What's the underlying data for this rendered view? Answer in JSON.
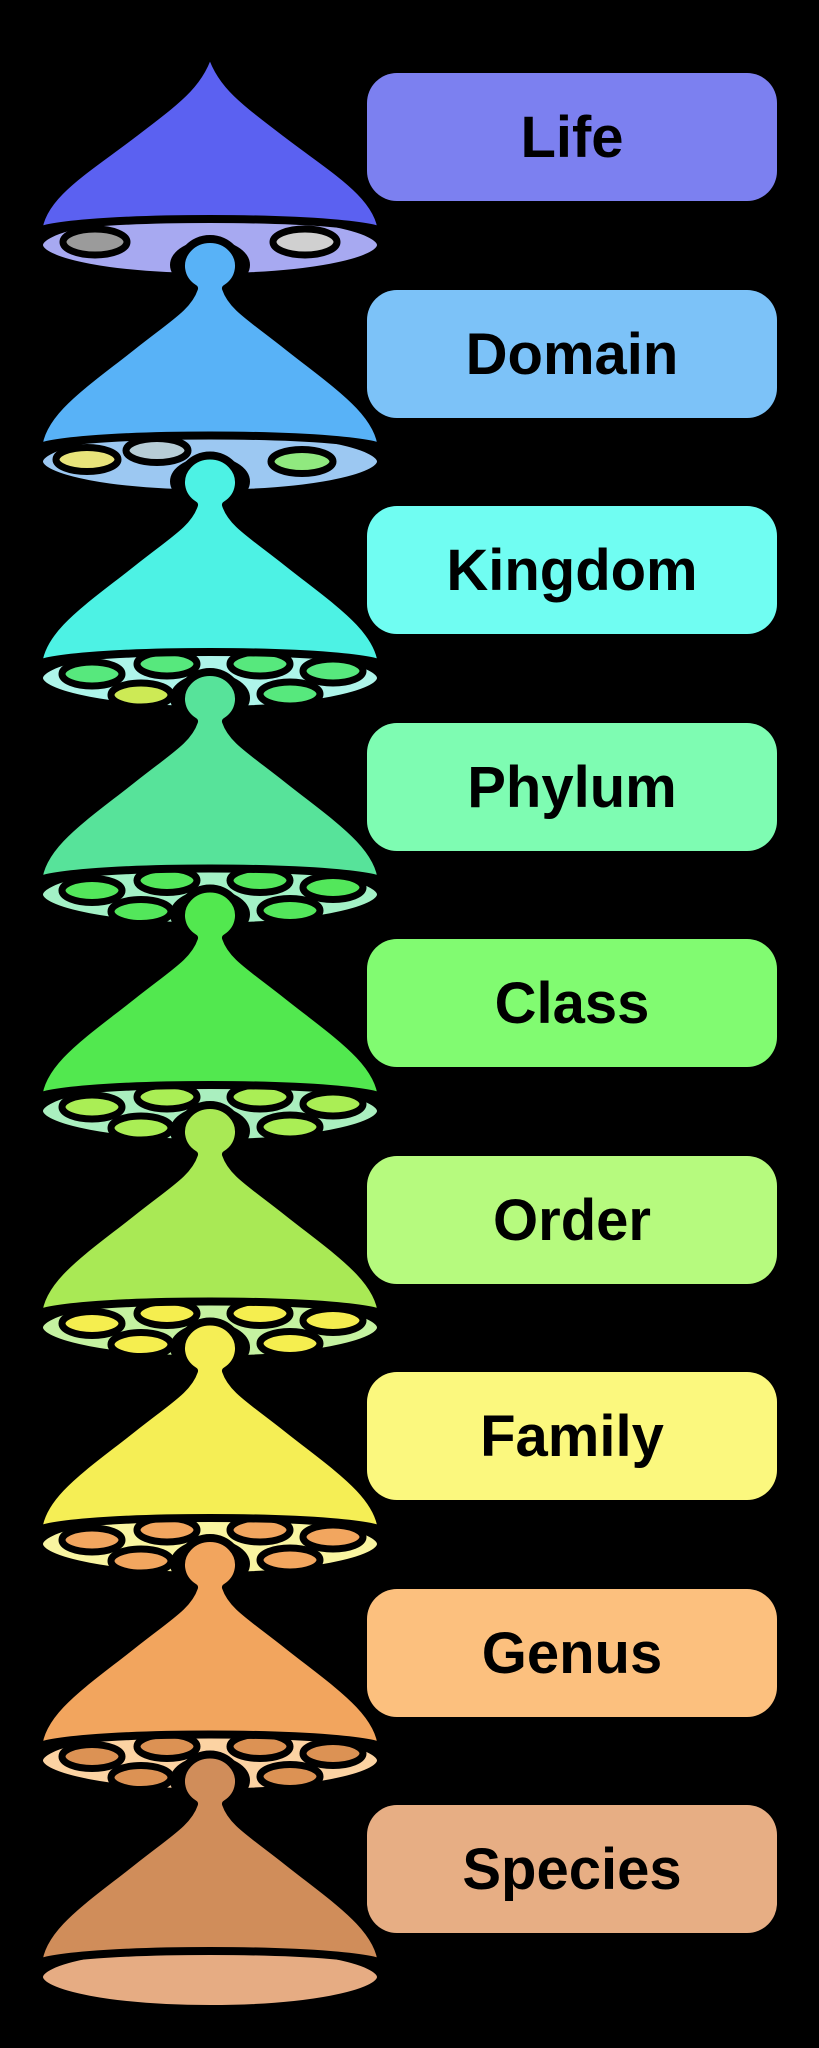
{
  "diagram": {
    "background": "#000000",
    "outline_color": "#000000",
    "label_text_color": "#000000",
    "levels": [
      {
        "label": "Life",
        "dome_color": "#5b61f1",
        "base_color": "#a7a9f1",
        "label_bg": "#7c80f0",
        "children_colors": [
          "#9b9b9b",
          "#d0d0d0"
        ]
      },
      {
        "label": "Domain",
        "dome_color": "#58b2f7",
        "base_color": "#9cc8f2",
        "label_bg": "#7cc2f8",
        "children_colors": [
          "#e9e47b",
          "#b7cdd6",
          "#90e97f"
        ]
      },
      {
        "label": "Kingdom",
        "dome_color": "#4df2e4",
        "base_color": "#aef5ea",
        "label_bg": "#70fdf2",
        "children_colors": [
          "#57e87d",
          "#57e87d",
          "#57e87d",
          "#57e87d",
          "#cdea55",
          "#57e87d"
        ]
      },
      {
        "label": "Phylum",
        "dome_color": "#57e39a",
        "base_color": "#a3f1c6",
        "label_bg": "#7efcb2",
        "children_colors": [
          "#53e75b",
          "#53e75b",
          "#53e75b",
          "#53e75b",
          "#53e75b",
          "#53e75b"
        ]
      },
      {
        "label": "Class",
        "dome_color": "#52e84f",
        "base_color": "#aaefbf",
        "label_bg": "#81fb71",
        "children_colors": [
          "#aaee55",
          "#aaee55",
          "#aaee55",
          "#aaee55",
          "#aaee55",
          "#aaee55"
        ]
      },
      {
        "label": "Order",
        "dome_color": "#a9e955",
        "base_color": "#c5f2a1",
        "label_bg": "#b6fa7e",
        "children_colors": [
          "#f5ee4f",
          "#f5ee4f",
          "#f5ee4f",
          "#f5ee4f",
          "#f5ee4f",
          "#f5ee4f"
        ]
      },
      {
        "label": "Family",
        "dome_color": "#f5ee55",
        "base_color": "#f9f5a1",
        "label_bg": "#fbf87e",
        "children_colors": [
          "#f2a65f",
          "#f2a65f",
          "#f2a65f",
          "#f2a65f",
          "#f2a65f",
          "#f2a65f"
        ]
      },
      {
        "label": "Genus",
        "dome_color": "#f2a55e",
        "base_color": "#fcd3a3",
        "label_bg": "#fcc07e",
        "children_colors": [
          "#dc9254",
          "#dc9254",
          "#dc9254",
          "#dc9254",
          "#dc9254",
          "#dc9254"
        ]
      },
      {
        "label": "Species",
        "dome_color": "#d08d5a",
        "base_color": "#e6ac83",
        "label_bg": "#e7ae84",
        "children_colors": []
      }
    ]
  }
}
